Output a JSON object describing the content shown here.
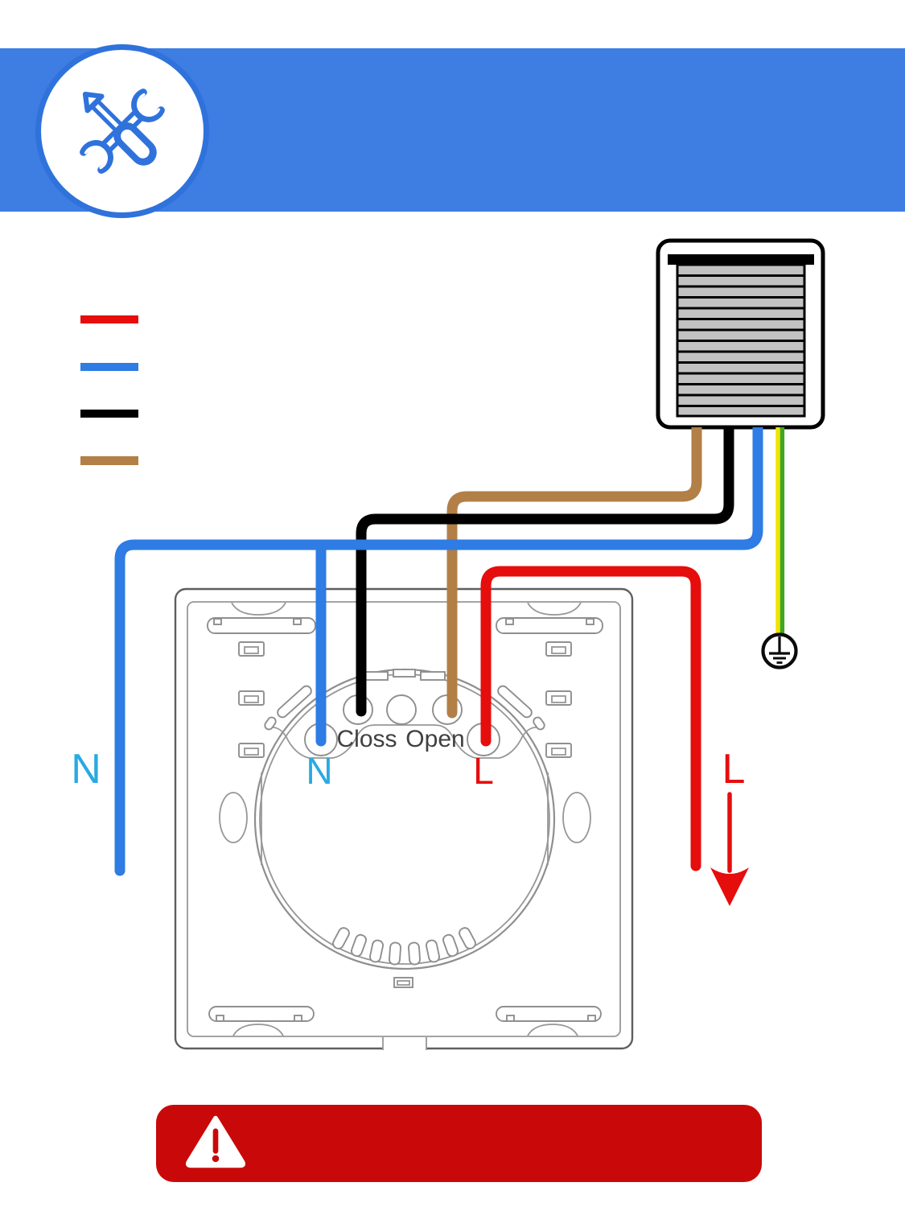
{
  "header": {
    "icon": "tools-icon"
  },
  "colors": {
    "header-blue": "#3e7de2",
    "icon-blue": "#2f72dc",
    "wire-red": "#e60d0d",
    "wire-blue": "#2e7ce4",
    "wire-black": "#000000",
    "wire-brown": "#b27f47",
    "label-blue": "#29aae1",
    "banner-red": "#c90909",
    "earth-yellow": "#efe400",
    "earth-green": "#3fa623",
    "slat-gray": "#c2c2c2"
  },
  "legend": {
    "items": [
      {
        "name": "red-wire-swatch",
        "color_key": "wire-red"
      },
      {
        "name": "blue-wire-swatch",
        "color_key": "wire-blue"
      },
      {
        "name": "black-wire-swatch",
        "color_key": "wire-black"
      },
      {
        "name": "brown-wire-swatch",
        "color_key": "wire-brown"
      }
    ]
  },
  "motor": {
    "name": "roller-blind-motor",
    "slat_count": 14
  },
  "switch": {
    "labels": {
      "close": "Closs",
      "open": "Open",
      "neutral": "N",
      "live": "L"
    }
  },
  "side_labels": {
    "left": "N",
    "right": "L"
  },
  "earth": {
    "symbol": "earth-ground-symbol"
  },
  "warning": {
    "icon": "warning-triangle-icon"
  }
}
